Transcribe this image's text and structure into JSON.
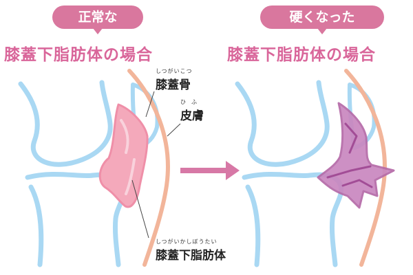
{
  "headers": {
    "left_badge": "正常な",
    "right_badge": "硬くなった"
  },
  "subtitles": {
    "left": "膝蓋下脂肪体の場合",
    "right": "膝蓋下脂肪体の場合"
  },
  "labels": {
    "patella": {
      "ruby": "しつがいこつ",
      "text": "膝蓋骨"
    },
    "skin": {
      "ruby": "ひふ",
      "text": "皮膚"
    },
    "fat_pad": {
      "ruby": "しつがいかしぼうたい",
      "text": "膝蓋下脂肪体"
    }
  },
  "colors": {
    "bone": "#a9d8f3",
    "skin": "#f2b59a",
    "fat_normal": "#f4a9bb",
    "fat_hard": "#c987bf",
    "accent": "#d9779e",
    "arrow": "#d778a6"
  }
}
